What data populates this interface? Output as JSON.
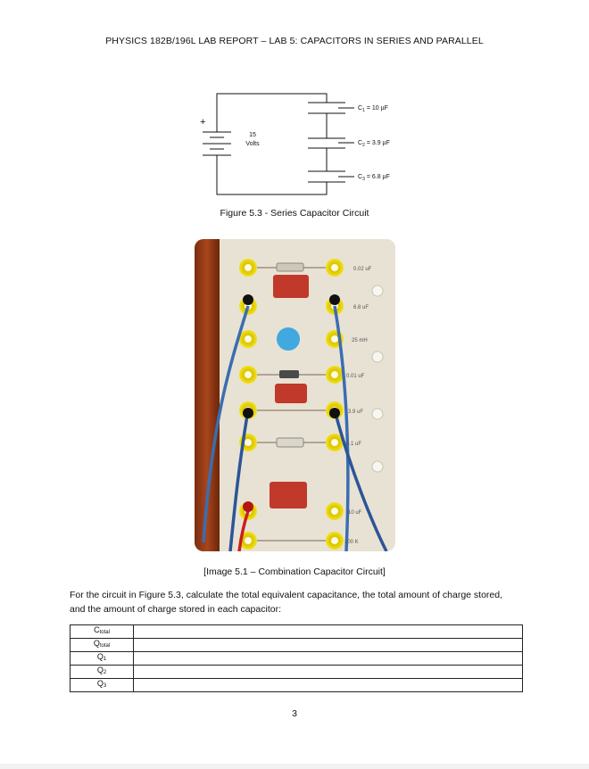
{
  "header": {
    "title": "PHYSICS 182B/196L LAB REPORT – LAB 5: CAPACITORS IN SERIES AND PARALLEL"
  },
  "figure": {
    "battery_plus": "+",
    "voltage_value": "15",
    "voltage_unit": "Volts",
    "capacitors": [
      {
        "label": "C",
        "sub": "1",
        "value": "= 10 µF"
      },
      {
        "label": "C",
        "sub": "2",
        "value": "= 3.9 µF"
      },
      {
        "label": "C",
        "sub": "3",
        "value": "= 6.8 µF"
      }
    ],
    "caption": "Figure 5.3 - Series Capacitor Circuit"
  },
  "photo": {
    "labels": [
      "0.02 uF",
      "6.8 uF",
      "25 mH",
      "0.01 uF",
      "3.9 uF",
      "0.1 uF",
      "10 uF",
      "100 K"
    ]
  },
  "image_caption": "[Image 5.1 – Combination Capacitor Circuit]",
  "prompt": "For the circuit in Figure 5.3, calculate the total equivalent capacitance, the total amount of charge stored, and the amount of charge stored in each capacitor:",
  "table": {
    "rows": [
      {
        "label": "C",
        "sub": "total"
      },
      {
        "label": "Q",
        "sub": "total"
      },
      {
        "label": "Q",
        "sub": "1"
      },
      {
        "label": "Q",
        "sub": "2"
      },
      {
        "label": "Q",
        "sub": "3"
      }
    ]
  },
  "page_number": "3"
}
